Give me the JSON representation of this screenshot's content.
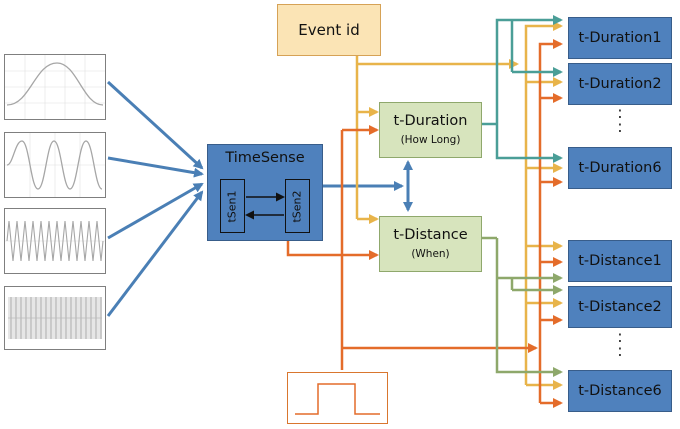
{
  "event": {
    "label": "Event id"
  },
  "timesense": {
    "title": "TimeSense",
    "sen1": "tSen1",
    "sen2": "tSen2"
  },
  "duration": {
    "title": "t-Duration",
    "subtitle": "(How Long)"
  },
  "distance": {
    "title": "t-Distance",
    "subtitle": "(When)"
  },
  "outputs": {
    "dur1": "t-Duration1",
    "dur2": "t-Duration2",
    "dur6": "t-Duration6",
    "dist1": "t-Distance1",
    "dist2": "t-Distance2",
    "dist6": "t-Distance6"
  },
  "ellipsis": ":",
  "colors": {
    "blue": "#4a7fb5",
    "orange": "#e46c2a",
    "yellow": "#e8b44a",
    "teal": "#4a9e97",
    "green": "#8ea86b",
    "wave": "#a6a6a6"
  }
}
